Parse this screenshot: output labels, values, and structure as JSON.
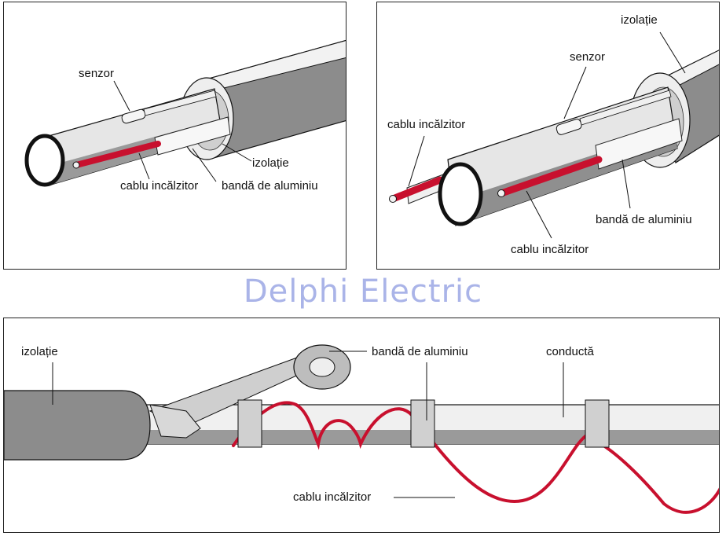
{
  "watermark": "Delphi Electric",
  "panel_a": {
    "labels": {
      "senzor": "senzor",
      "izolatie": "izolație",
      "cablu": "cablu incălzitor",
      "banda": "bandă de aluminiu"
    }
  },
  "panel_b": {
    "labels": {
      "izolatie": "izolație",
      "senzor": "senzor",
      "cablu_top": "cablu incălzitor",
      "banda": "bandă de aluminiu",
      "cablu_bottom": "cablu incălzitor"
    }
  },
  "panel_c": {
    "labels": {
      "izolatie": "izolație",
      "banda": "bandă de aluminiu",
      "conducta": "conductă",
      "cablu": "cablu incălzitor"
    }
  },
  "colors": {
    "heating_cable": "#c8102e",
    "insulation": "#8c8c8c",
    "pipe": "#e6e6e6",
    "outline": "#111111",
    "watermark": "#aab4e8"
  }
}
